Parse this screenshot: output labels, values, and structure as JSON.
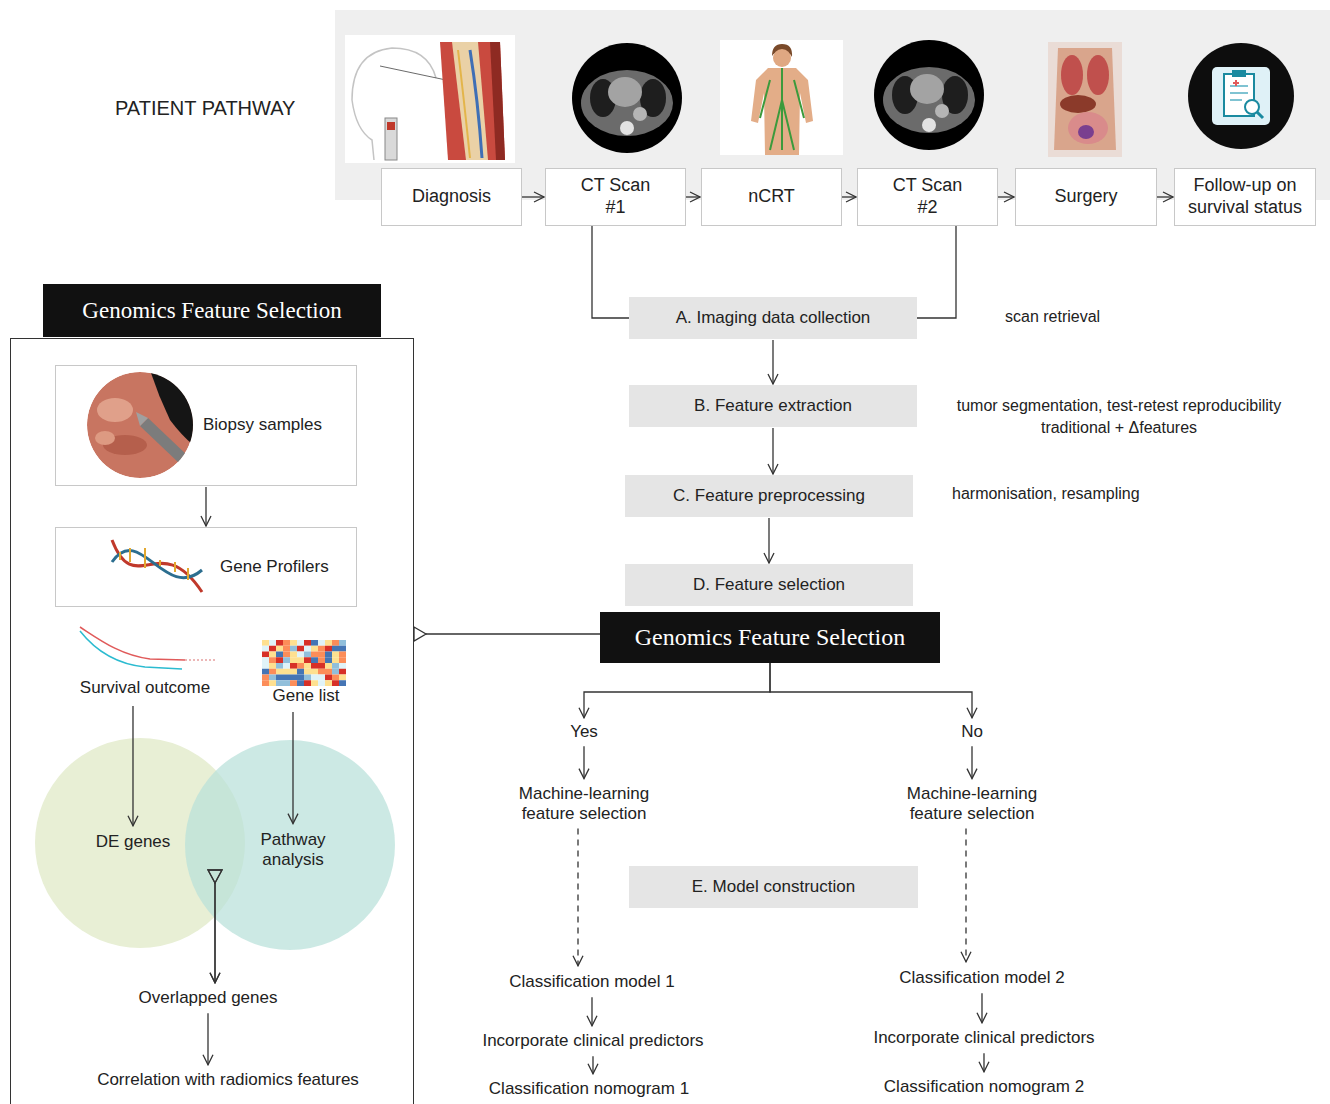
{
  "diagram": {
    "nodes": [
      {
        "text": [
          "Diagnosis"
        ]
      },
      {
        "text": [
          "CT Scan #1"
        ]
      },
      {
        "text": [
          "nCRT"
        ]
      },
      {
        "text": [
          "CT Scan #2"
        ]
      },
      {
        "text": [
          "Surgery"
        ]
      },
      {
        "text": [
          "Follow-up on survival status"
        ]
      },
      {
        "text": [
          "A. Imaging data collection"
        ]
      },
      {
        "text": [
          "B. Feature extraction"
        ]
      },
      {
        "text": [
          "C. Feature preprocessing"
        ]
      },
      {
        "text": [
          "D. Feature selection"
        ]
      },
      {
        "text": [
          "Genomics Feature Selection"
        ]
      },
      {
        "text": [
          "Genomics Feature Selection"
        ]
      },
      {
        "text": [
          "Biopsy samples"
        ],
        "in": 11
      },
      {
        "text": [
          "Gene Profilers"
        ],
        "in": 11
      },
      {
        "text": [
          "Survival outcome"
        ],
        "in": 11
      },
      {
        "text": [
          "Gene list"
        ],
        "in": 11
      },
      {
        "text": [
          "DE genes"
        ],
        "in": 11
      },
      {
        "text": [
          "Pathway analysis"
        ],
        "in": 11
      },
      {
        "text": [
          "Overlapped genes"
        ],
        "in": 11
      },
      {
        "text": [
          "Correlation with radiomics features"
        ],
        "in": 11
      },
      {
        "text": [
          "Machine-learning feature selection"
        ]
      },
      {
        "text": [
          "Machine-learning feature selection"
        ]
      },
      {
        "text": [
          "E. Model construction"
        ]
      },
      {
        "text": [
          "Classification model 1"
        ]
      },
      {
        "text": [
          "Classification model 2"
        ]
      },
      {
        "text": [
          "Incorporate clinical predictors"
        ]
      },
      {
        "text": [
          "Incorporate clinical predictors"
        ]
      },
      {
        "text": [
          "Classification nomogram 1"
        ]
      },
      {
        "text": [
          "Classification nomogram 2"
        ]
      }
    ],
    "edges": [
      {
        "from": 0,
        "to": 1,
        "arrow": "to"
      },
      {
        "from": 1,
        "to": 2,
        "arrow": "to"
      },
      {
        "from": 2,
        "to": 3,
        "arrow": "to"
      },
      {
        "from": 3,
        "to": 4,
        "arrow": "to"
      },
      {
        "from": 4,
        "to": 5,
        "arrow": "to"
      },
      {
        "from": 1,
        "to": 6,
        "arrow": "none"
      },
      {
        "from": 3,
        "to": 6,
        "arrow": "none"
      },
      {
        "from": 6,
        "to": 7,
        "arrow": "to"
      },
      {
        "from": 7,
        "to": 8,
        "arrow": "to"
      },
      {
        "from": 8,
        "to": 9,
        "arrow": "to"
      },
      {
        "from": 10,
        "to": 11,
        "arrow": "to"
      },
      {
        "from": 12,
        "to": 13,
        "arrow": "to"
      },
      {
        "from": 14,
        "to": 16,
        "arrow": "to"
      },
      {
        "from": 15,
        "to": 17,
        "arrow": "to"
      },
      {
        "from": 16,
        "to": 18,
        "arrow": "to"
      },
      {
        "from": 17,
        "to": 18,
        "arrow": "to"
      },
      {
        "from": 18,
        "to": 19,
        "arrow": "to"
      },
      {
        "from": 10,
        "to": 20,
        "label": "Yes",
        "arrow": "to"
      },
      {
        "from": 10,
        "to": 21,
        "label": "No",
        "arrow": "to"
      },
      {
        "from": 20,
        "to": 23,
        "arrow": "to"
      },
      {
        "from": 21,
        "to": 24,
        "arrow": "to"
      },
      {
        "from": 23,
        "to": 25,
        "arrow": "to"
      },
      {
        "from": 25,
        "to": 27,
        "arrow": "to"
      },
      {
        "from": 24,
        "to": 26,
        "arrow": "to"
      },
      {
        "from": 26,
        "to": 28,
        "arrow": "to"
      }
    ],
    "labels": [
      "PATIENT PATHWAY",
      "scan retrieval",
      "tumor segmentation, test-retest reproducibility",
      "traditional + Δfeatures",
      "harmonisation, resampling"
    ]
  }
}
